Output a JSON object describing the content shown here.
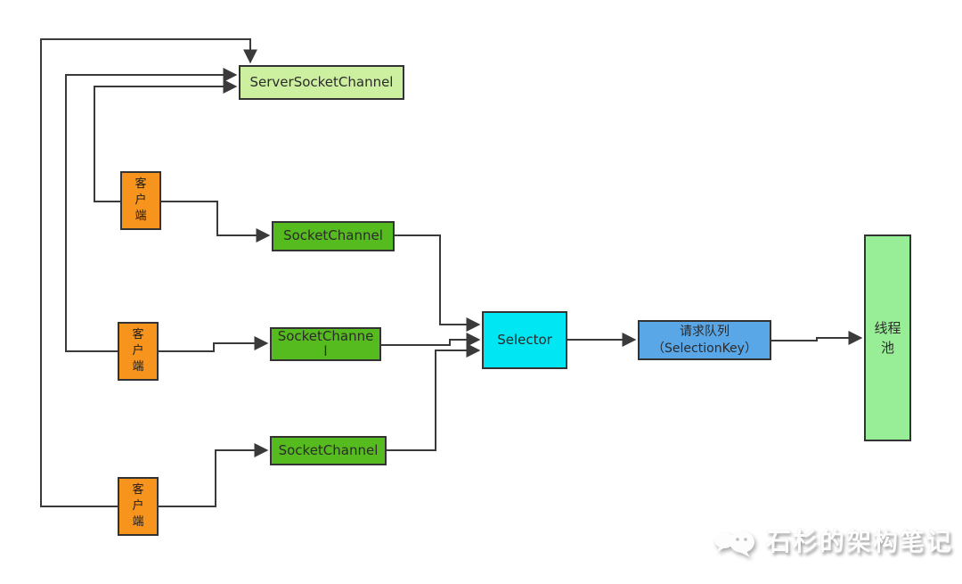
{
  "diagram": {
    "nodes": {
      "server_socket_channel": {
        "label": "ServerSocketChannel"
      },
      "client_1": {
        "label": "客户端"
      },
      "client_2": {
        "label": "客户端"
      },
      "client_3": {
        "label": "客户端"
      },
      "socket_channel_1": {
        "label": "SocketChannel"
      },
      "socket_channel_2": {
        "line1": "SocketChanne",
        "line2": "l"
      },
      "socket_channel_3": {
        "label": "SocketChannel"
      },
      "selector": {
        "label": "Selector"
      },
      "request_queue": {
        "line1": "请求队列",
        "line2": "（SelectionKey）"
      },
      "thread_pool": {
        "label": "线程池"
      }
    },
    "colors": {
      "server_socket_channel_fill": "#cdf0a0",
      "socket_channel_fill": "#56bb1e",
      "client_fill": "#f7941e",
      "selector_fill": "#00e6f2",
      "request_queue_fill": "#5aa7e8",
      "thread_pool_fill": "#97ee97",
      "connector": "#3a3a3a"
    }
  },
  "watermark": {
    "icon": "wechat-chat-bubbles-icon",
    "text": "石杉的架构笔记"
  }
}
